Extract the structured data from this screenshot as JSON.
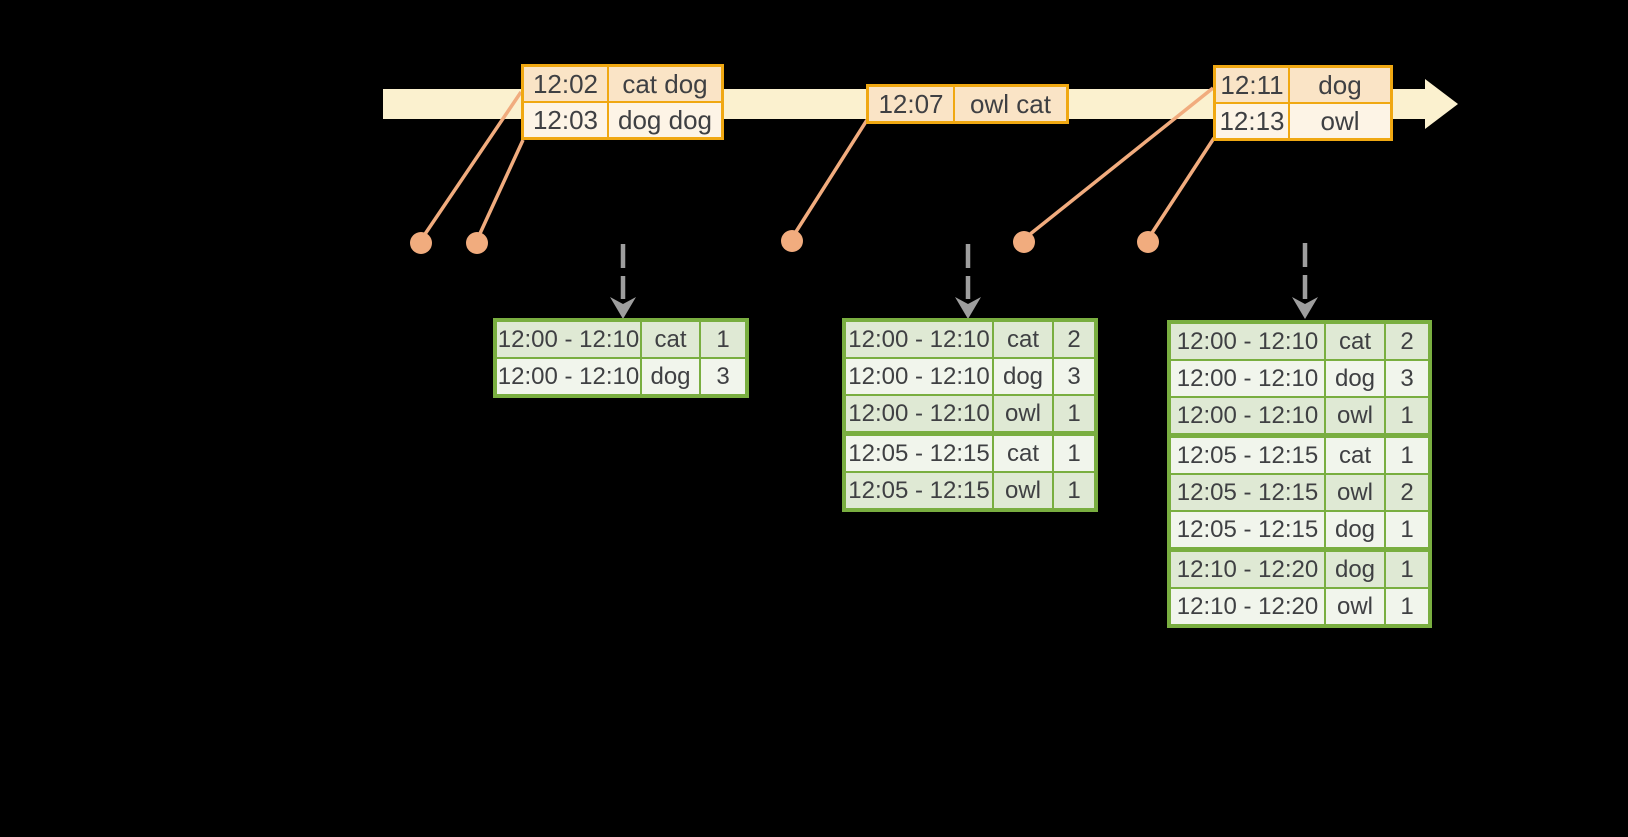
{
  "colors": {
    "background": "#000000",
    "timeline_band": "#fbf1cf",
    "event_table_border": "#f0a812",
    "event_row_dark": "#fae4c6",
    "event_row_light": "#fdf4e6",
    "connector_orange": "#f1ac7e",
    "trigger_arrow_gray": "#9e9e9e",
    "result_table_border": "#79ae40",
    "result_row_dark": "#dfe9d4",
    "result_row_light": "#f1f5ec",
    "text": "#3f4043"
  },
  "timeline_events": [
    {
      "rows": [
        {
          "time": "12:02",
          "words": "cat dog"
        },
        {
          "time": "12:03",
          "words": "dog dog"
        }
      ]
    },
    {
      "rows": [
        {
          "time": "12:07",
          "words": "owl cat"
        }
      ]
    },
    {
      "rows": [
        {
          "time": "12:11",
          "words": "dog"
        },
        {
          "time": "12:13",
          "words": "owl"
        }
      ]
    }
  ],
  "result_tables": [
    {
      "rows": [
        {
          "window": "12:00 - 12:10",
          "word": "cat",
          "count": "1"
        },
        {
          "window": "12:00 - 12:10",
          "word": "dog",
          "count": "3"
        }
      ]
    },
    {
      "rows": [
        {
          "window": "12:00 - 12:10",
          "word": "cat",
          "count": "2"
        },
        {
          "window": "12:00 - 12:10",
          "word": "dog",
          "count": "3"
        },
        {
          "window": "12:00 - 12:10",
          "word": "owl",
          "count": "1"
        },
        {
          "window": "12:05 - 12:15",
          "word": "cat",
          "count": "1"
        },
        {
          "window": "12:05 - 12:15",
          "word": "owl",
          "count": "1"
        }
      ]
    },
    {
      "rows": [
        {
          "window": "12:00 - 12:10",
          "word": "cat",
          "count": "2"
        },
        {
          "window": "12:00 - 12:10",
          "word": "dog",
          "count": "3"
        },
        {
          "window": "12:00 - 12:10",
          "word": "owl",
          "count": "1"
        },
        {
          "window": "12:05 - 12:15",
          "word": "cat",
          "count": "1"
        },
        {
          "window": "12:05 - 12:15",
          "word": "owl",
          "count": "2"
        },
        {
          "window": "12:05 - 12:15",
          "word": "dog",
          "count": "1"
        },
        {
          "window": "12:10 - 12:20",
          "word": "dog",
          "count": "1"
        },
        {
          "window": "12:10 - 12:20",
          "word": "owl",
          "count": "1"
        }
      ]
    }
  ]
}
